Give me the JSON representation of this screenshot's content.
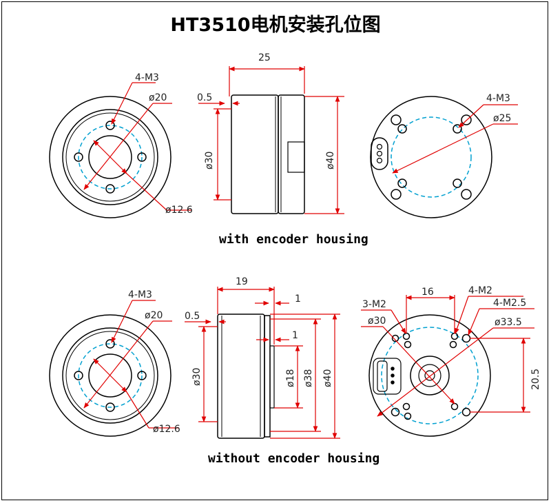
{
  "title": "HT3510电机安装孔位图",
  "captions": {
    "with_encoder": "with encoder housing",
    "without_encoder": "without encoder housing"
  },
  "labels_top": {
    "front_holes": "4-M3",
    "front_pcd": "ø20",
    "front_center": "ø12.6",
    "side_length": "25",
    "side_step": "0.5",
    "side_d30": "ø30",
    "side_d40": "ø40",
    "back_holes": "4-M3",
    "back_pcd": "ø25"
  },
  "labels_bottom": {
    "front_holes": "4-M3",
    "front_pcd": "ø20",
    "front_center": "ø12.6",
    "side_length": "19",
    "side_step": "0.5",
    "side_1a": "1",
    "side_1b": "1",
    "side_d30": "ø30",
    "side_d18": "ø18",
    "side_d38": "ø38",
    "side_d40": "ø40",
    "back_spacing": "16",
    "back_m2_3": "3-M2",
    "back_d30": "ø30",
    "back_m2_4": "4-M2",
    "back_m25": "4-M2.5",
    "back_d335": "ø33.5",
    "back_height": "20.5"
  },
  "colors": {
    "dimension": "#e00000",
    "pcd": "#00a0d0",
    "outline": "#000000"
  }
}
